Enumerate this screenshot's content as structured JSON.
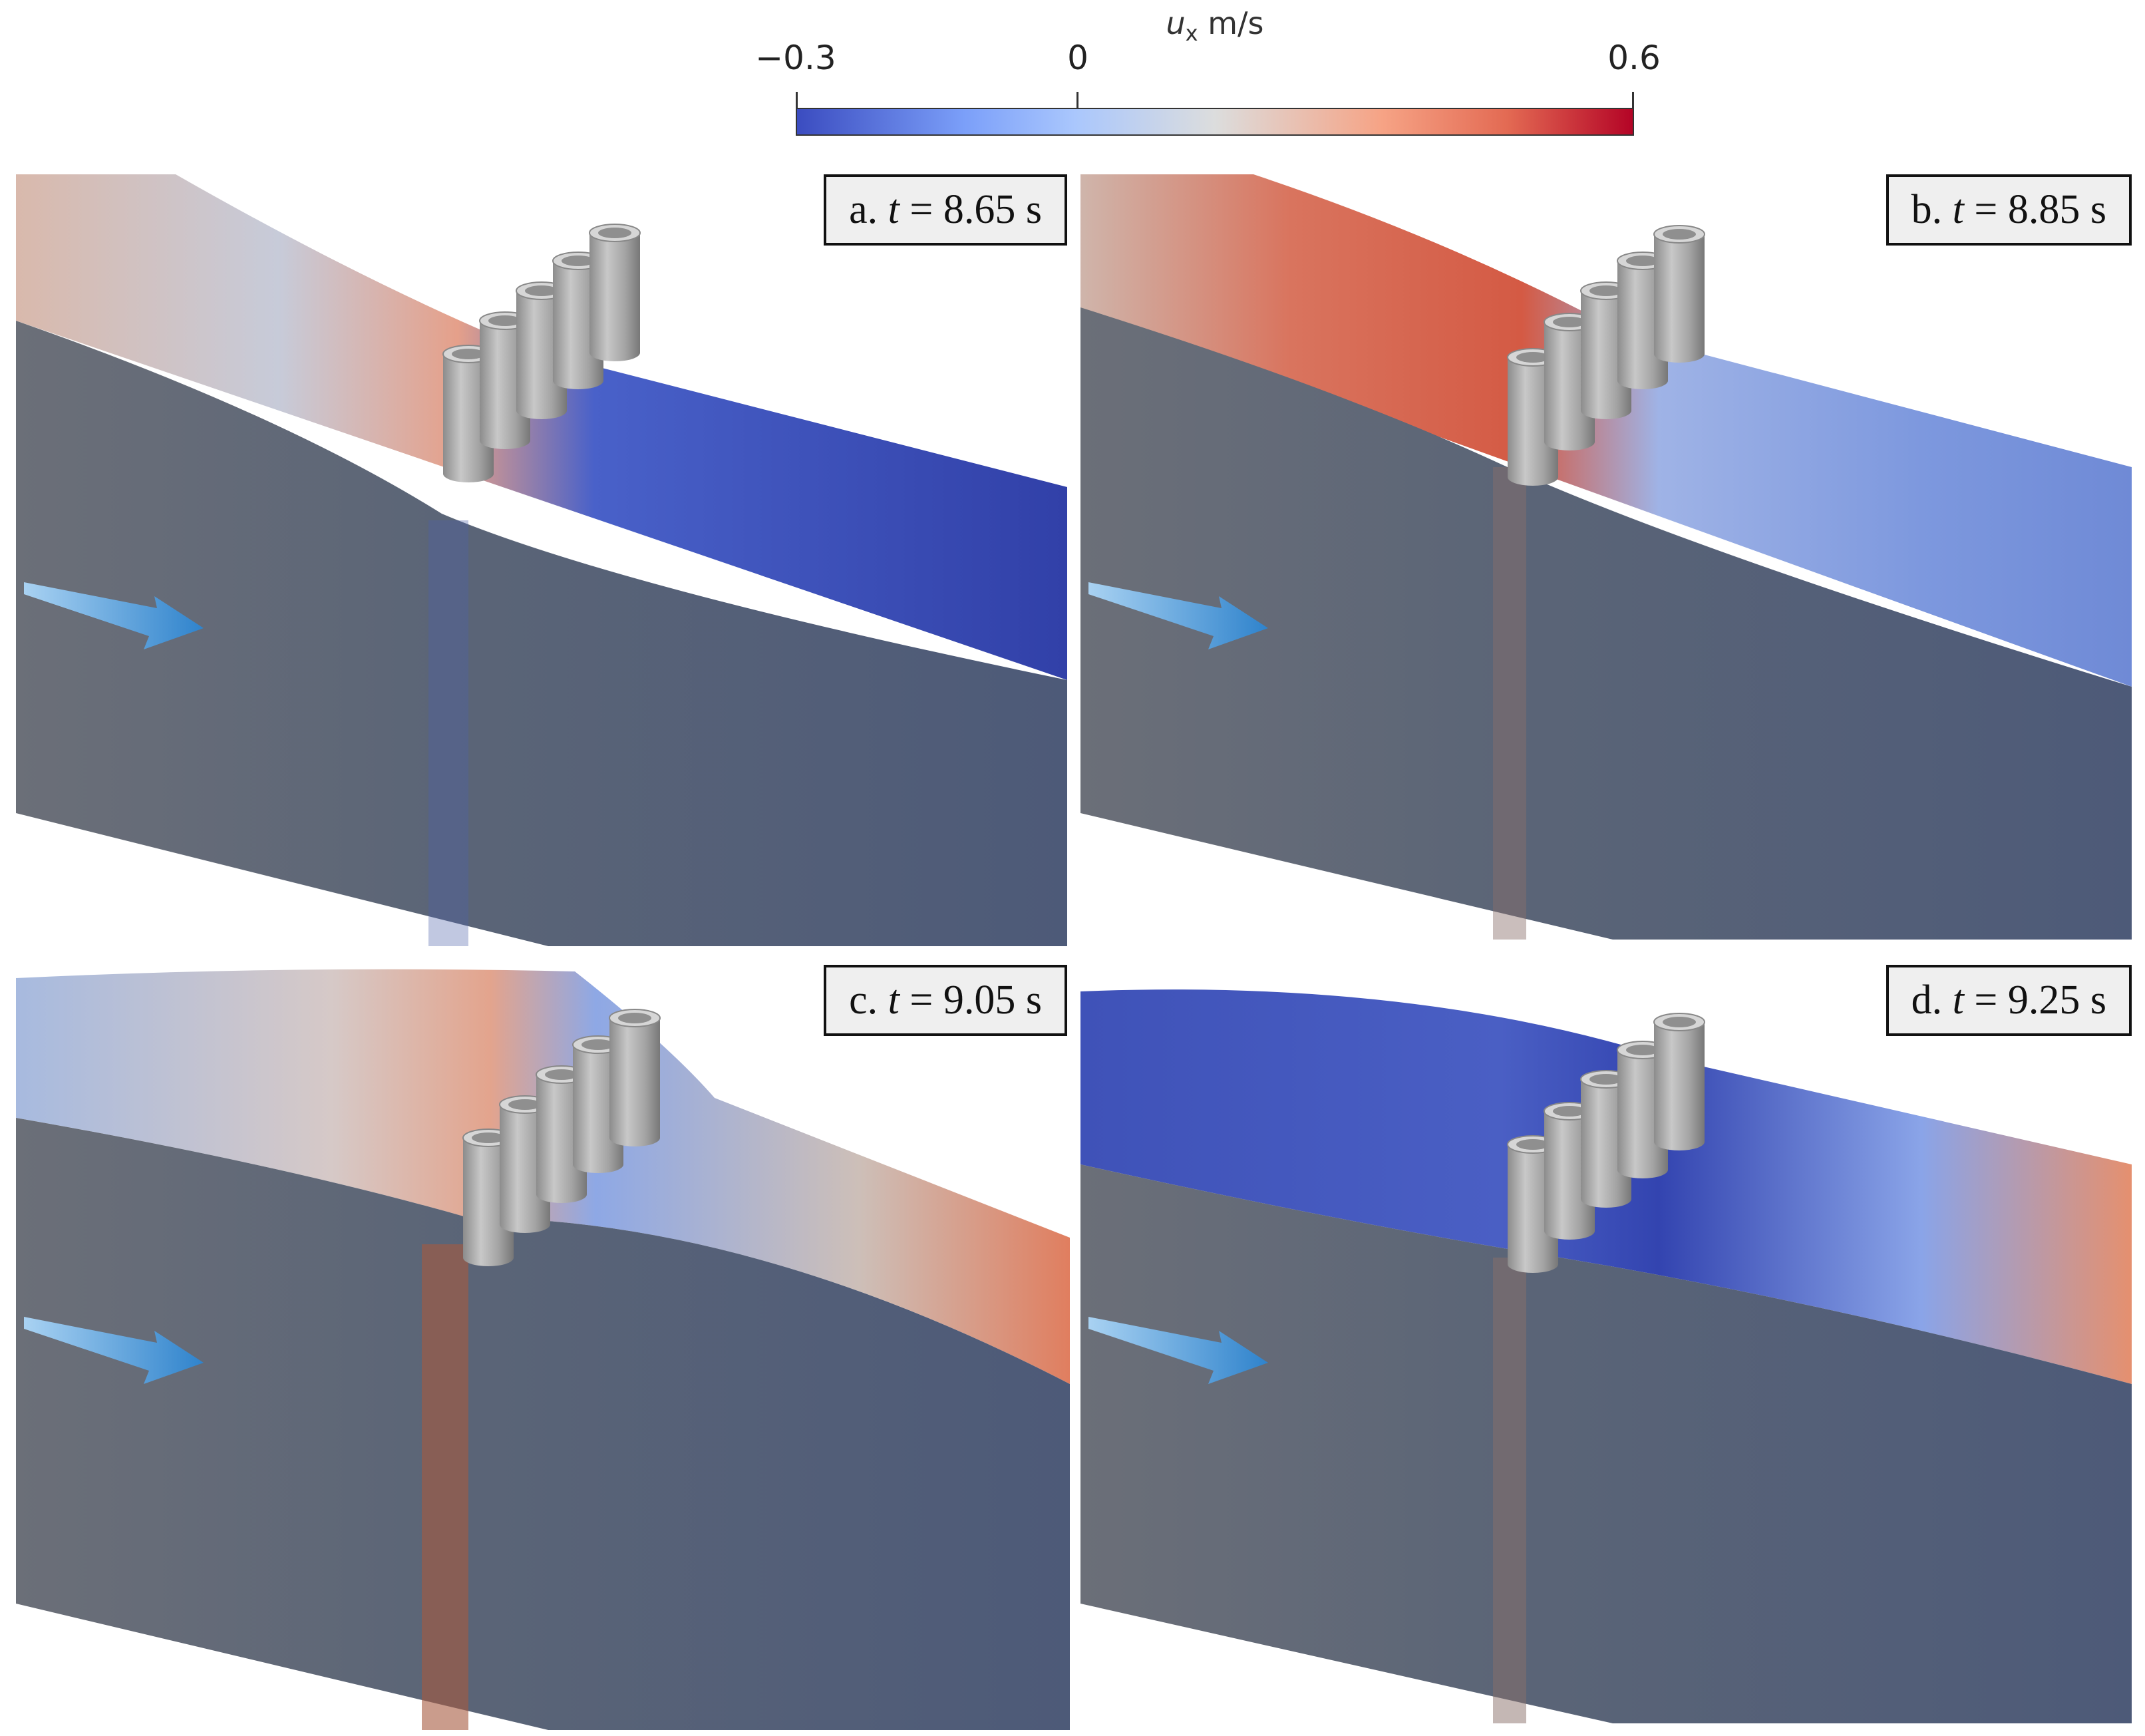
{
  "colorbar": {
    "title": "u",
    "title_sub": "x",
    "unit": "m/s",
    "tick_min": "−0.3",
    "tick_zero": "0",
    "tick_max": "0.6",
    "colors": [
      "#3b4cc0",
      "#aac7fd",
      "#dcdddd",
      "#f6a385",
      "#b40426"
    ]
  },
  "panels": [
    {
      "id": "a",
      "prefix": "a. ",
      "var": "t",
      "value": " = 8.65 s"
    },
    {
      "id": "b",
      "prefix": "b. ",
      "var": "t",
      "value": " = 8.85 s"
    },
    {
      "id": "c",
      "prefix": "c. ",
      "var": "t",
      "value": " = 9.05 s"
    },
    {
      "id": "d",
      "prefix": "d. ",
      "var": "t",
      "value": " = 9.25 s"
    }
  ],
  "flow_arrow_color": "#3a8fd6"
}
